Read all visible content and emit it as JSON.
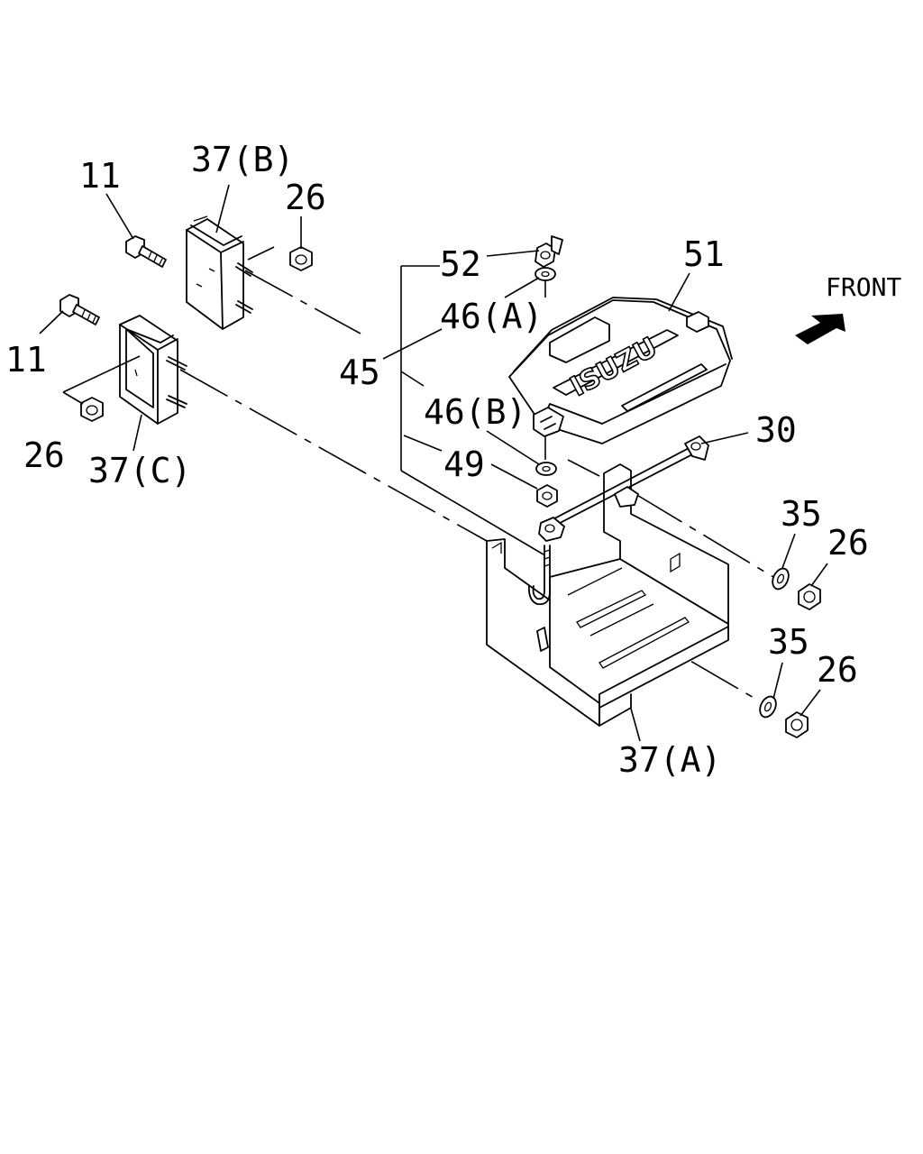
{
  "diagram": {
    "direction_label": "FRONT",
    "logo_text": "ISUZU",
    "callouts": {
      "c11_top": "11",
      "c37b": "37(B)",
      "c26_top": "26",
      "c11_left": "11",
      "c26_left": "26",
      "c37c": "37(C)",
      "c52": "52",
      "c46a": "46(A)",
      "c45": "45",
      "c46b": "46(B)",
      "c49": "49",
      "c51": "51",
      "c30": "30",
      "c35_upper": "35",
      "c26_right_upper": "26",
      "c35_lower": "35",
      "c26_right_lower": "26",
      "c37a": "37(A)"
    },
    "icons": {
      "front_arrow": "arrow-right-icon"
    }
  }
}
